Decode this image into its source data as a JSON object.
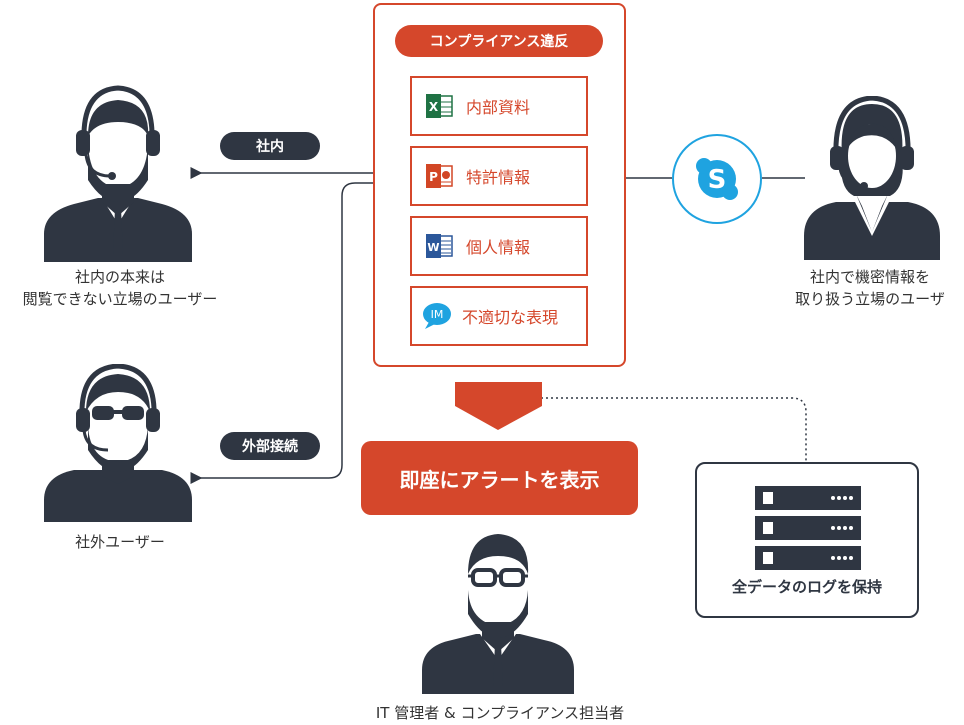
{
  "panel": {
    "title": "コンプライアンス違反",
    "items": [
      {
        "label": "内部資料",
        "icon": "excel-icon"
      },
      {
        "label": "特許情報",
        "icon": "powerpoint-icon"
      },
      {
        "label": "個人情報",
        "icon": "word-icon"
      },
      {
        "label": "不適切な表現",
        "icon": "im-icon"
      }
    ]
  },
  "pills": {
    "internal": "社内",
    "external": "外部接続"
  },
  "alert": "即座にアラートを表示",
  "people": {
    "internal_user": "社内の本来は\n閲覧できない立場のユーザー",
    "external_user": "社外ユーザー",
    "insider": "社内で機密情報を\n取り扱う立場のユーザ",
    "admin": "IT 管理者 & コンプライアンス担当者"
  },
  "log_box": {
    "title": "全データのログを保持"
  },
  "icons": {
    "im": "IM",
    "skype": "S"
  },
  "colors": {
    "accent": "#d5472b",
    "dark": "#2f3642",
    "skype": "#1fa3e0",
    "excel": "#1f7244",
    "powerpoint": "#d24625",
    "word": "#2b579a"
  }
}
